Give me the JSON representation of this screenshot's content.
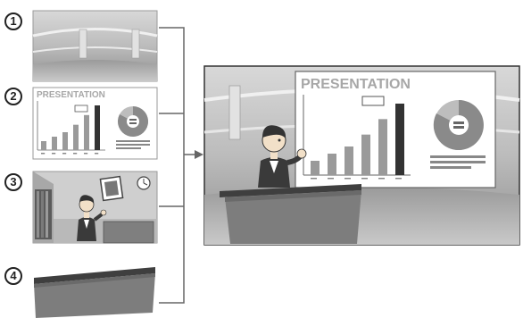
{
  "steps": [
    {
      "number": "1",
      "name": "background"
    },
    {
      "number": "2",
      "name": "presentation"
    },
    {
      "number": "3",
      "name": "presenter"
    },
    {
      "number": "4",
      "name": "desk"
    }
  ],
  "presentation_title": "PRESENTATION",
  "chart_bars": [
    12,
    18,
    24,
    34,
    47,
    60
  ],
  "colors": {
    "outline": "#555555",
    "bar_light": "#9a9a9a",
    "bar_dark": "#333333",
    "donut_a": "#8a8a8a",
    "donut_b": "#bdbdbd",
    "desk": "#7d7d7d"
  }
}
